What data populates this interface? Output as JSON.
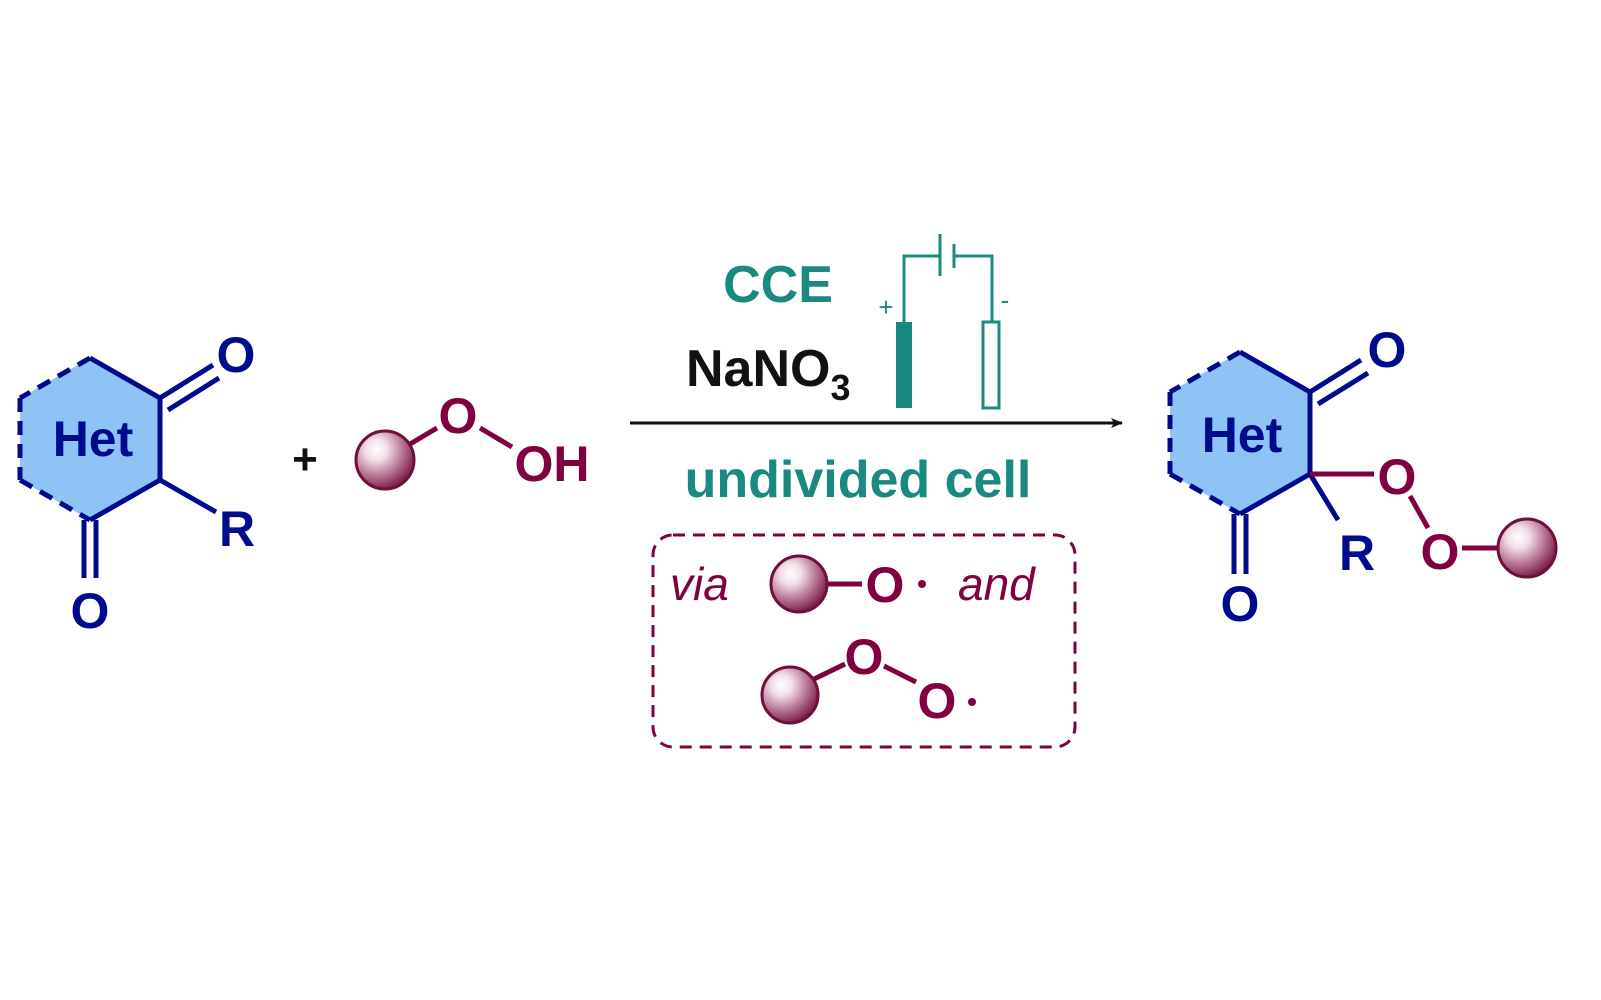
{
  "colors": {
    "navy": "#000a8c",
    "ring_fill": "#8ec3f6",
    "maroon": "#800040",
    "teal": "#1a8a80",
    "arrow": "#111111"
  },
  "reactant1": {
    "ring_label": "Het",
    "top_oxygen": "O",
    "bottom_oxygen": "O",
    "substituent": "R"
  },
  "plus_sign": "+",
  "reactant2": {
    "oxygen": "O",
    "hydroxyl": "OH",
    "sphere_icon": "sphere-icon"
  },
  "conditions": {
    "above_line1": "CCE",
    "above_line2_main": "NaNO",
    "above_line2_sub": "3",
    "electrode_plus": "+",
    "electrode_minus": "-",
    "below_line": "undivided cell"
  },
  "intermediates_box": {
    "via": "via",
    "radical1_oxygen": "O",
    "and": "and",
    "radical2_oxygen1": "O",
    "radical2_oxygen2": "O"
  },
  "product": {
    "ring_label": "Het",
    "top_oxygen": "O",
    "bottom_oxygen": "O",
    "substituent": "R",
    "peroxide_oxygen1": "O",
    "peroxide_oxygen2": "O"
  }
}
